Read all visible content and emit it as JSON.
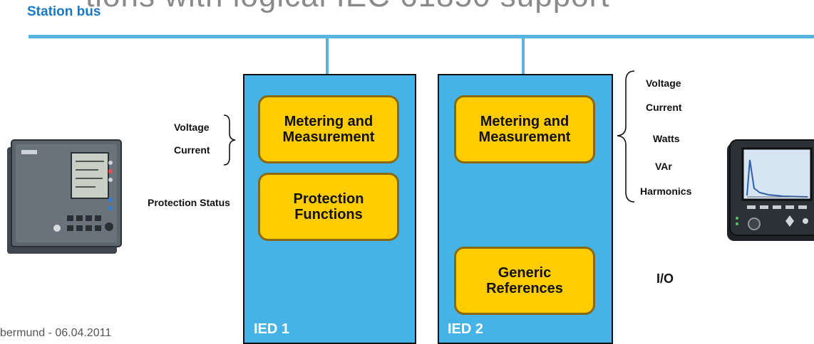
{
  "header": {
    "title_partial": "tions with logical IEC 61850 support",
    "station_bus_label": "Station bus"
  },
  "ied1": {
    "label": "IED 1",
    "box_top": "Metering and\nMeasurement",
    "box_bottom": "Protection\nFunctions"
  },
  "ied2": {
    "label": "IED 2",
    "box_top": "Metering and\nMeasurement",
    "box_bottom": "Generic\nReferences"
  },
  "left_labels": {
    "voltage": "Voltage",
    "current": "Current",
    "protection_status": "Protection Status"
  },
  "right_labels": {
    "items": [
      "Voltage",
      "Current",
      "Watts",
      "VAr",
      "Harmonics"
    ],
    "io": "I/O"
  },
  "footer": {
    "text": "bermund - 06.04.2011"
  },
  "colors": {
    "bus": "#55b4e4",
    "ied_fill": "#45b3e6",
    "function_box": "#ffcc00",
    "station_label": "#1a78c2"
  }
}
